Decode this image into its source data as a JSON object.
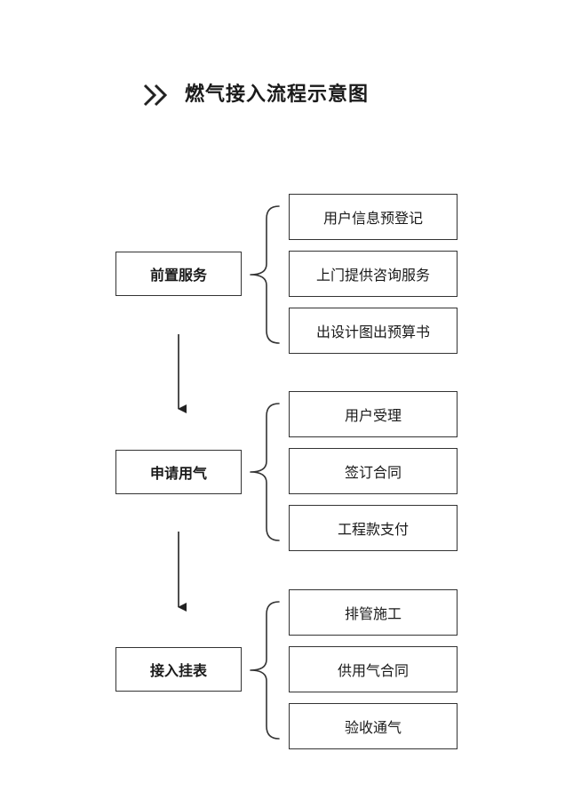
{
  "title": "燃气接入流程示意图",
  "stages": [
    {
      "label": "前置服务",
      "steps": [
        "用户信息预登记",
        "上门提供咨询服务",
        "出设计图出预算书"
      ]
    },
    {
      "label": "申请用气",
      "steps": [
        "用户受理",
        "签订合同",
        "工程款支付"
      ]
    },
    {
      "label": "接入挂表",
      "steps": [
        "排管施工",
        "供用气合同",
        "验收通气"
      ]
    }
  ]
}
